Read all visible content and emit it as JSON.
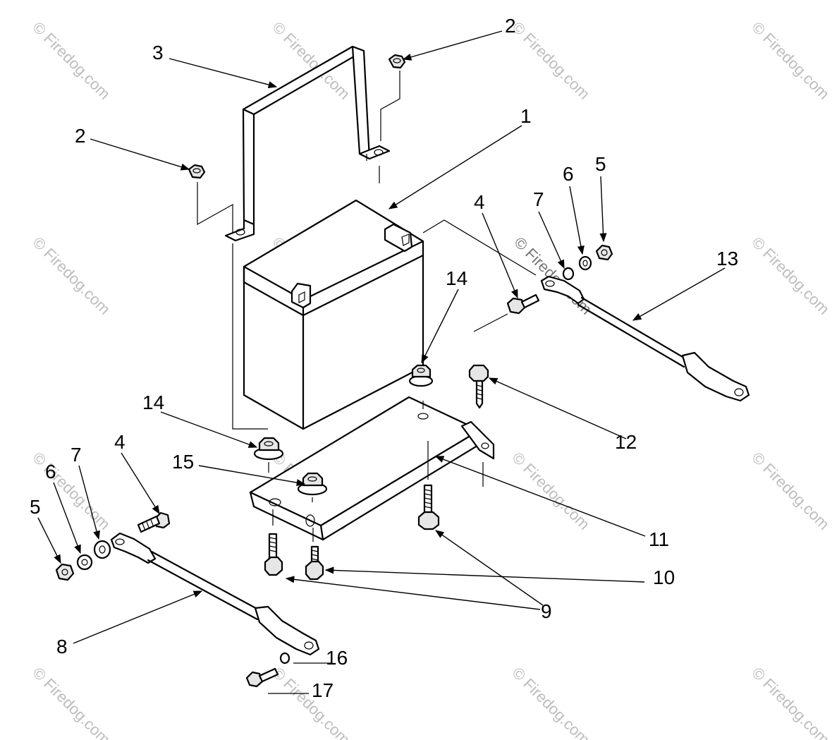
{
  "watermark": {
    "text": "© Firedog.com",
    "center_text": "© Firedog.com",
    "color": "#bdbdbd"
  },
  "callouts": {
    "c1": "1",
    "c2a": "2",
    "c2b": "2",
    "c3": "3",
    "c4a": "4",
    "c4b": "4",
    "c5a": "5",
    "c5b": "5",
    "c6a": "6",
    "c6b": "6",
    "c7a": "7",
    "c7b": "7",
    "c8": "8",
    "c9": "9",
    "c10": "10",
    "c11": "11",
    "c12": "12",
    "c13": "13",
    "c14a": "14",
    "c14b": "14",
    "c15": "15",
    "c16": "16",
    "c17": "17"
  }
}
